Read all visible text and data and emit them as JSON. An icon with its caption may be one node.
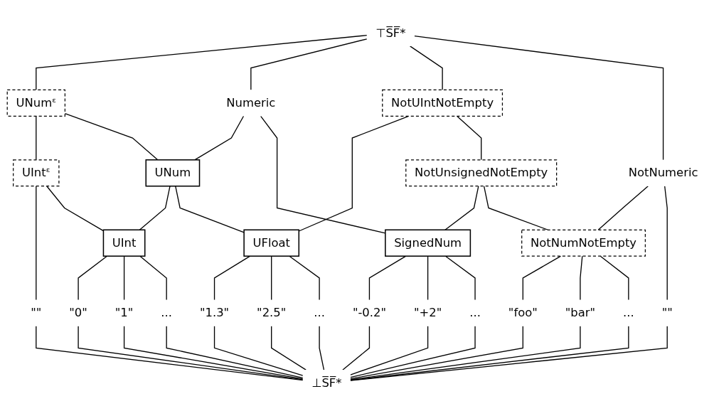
{
  "diagram": {
    "nodes": [
      {
        "text": [
          "⊤S̅F̅*"
        ]
      },
      {
        "text": [
          "UNumᵋ"
        ]
      },
      {
        "text": [
          "Numeric"
        ]
      },
      {
        "text": [
          "NotUIntNotEmpty"
        ]
      },
      {
        "text": [
          "NotNumeric"
        ]
      },
      {
        "text": [
          "UIntᵋ"
        ]
      },
      {
        "text": [
          "UNum"
        ]
      },
      {
        "text": [
          "NotUnsignedNotEmpty"
        ]
      },
      {
        "text": [
          "UInt"
        ]
      },
      {
        "text": [
          "UFloat"
        ]
      },
      {
        "text": [
          "SignedNum"
        ]
      },
      {
        "text": [
          "NotNumNotEmpty"
        ]
      },
      {
        "text": [
          "\"\""
        ]
      },
      {
        "text": [
          "\"0\""
        ]
      },
      {
        "text": [
          "\"1\""
        ]
      },
      {
        "text": [
          "..."
        ]
      },
      {
        "text": [
          "\"1.3\""
        ]
      },
      {
        "text": [
          "\"2.5\""
        ]
      },
      {
        "text": [
          "..."
        ]
      },
      {
        "text": [
          "\"-0.2\""
        ]
      },
      {
        "text": [
          "\"+2\""
        ]
      },
      {
        "text": [
          "..."
        ]
      },
      {
        "text": [
          "\"foo\""
        ]
      },
      {
        "text": [
          "\"bar\""
        ]
      },
      {
        "text": [
          "..."
        ]
      },
      {
        "text": [
          "\"\""
        ]
      },
      {
        "text": [
          "⊥S̅F̅*"
        ]
      }
    ],
    "edges": [
      {
        "from": 0,
        "to": 1,
        "arrow": "none"
      },
      {
        "from": 0,
        "to": 2,
        "arrow": "none"
      },
      {
        "from": 0,
        "to": 3,
        "arrow": "none"
      },
      {
        "from": 0,
        "to": 4,
        "arrow": "none"
      },
      {
        "from": 1,
        "to": 5,
        "arrow": "none"
      },
      {
        "from": 1,
        "to": 6,
        "arrow": "none"
      },
      {
        "from": 2,
        "to": 6,
        "arrow": "none"
      },
      {
        "from": 2,
        "to": 10,
        "arrow": "none"
      },
      {
        "from": 3,
        "to": 9,
        "arrow": "none"
      },
      {
        "from": 3,
        "to": 7,
        "arrow": "none"
      },
      {
        "from": 4,
        "to": 11,
        "arrow": "none"
      },
      {
        "from": 4,
        "to": 25,
        "arrow": "none"
      },
      {
        "from": 5,
        "to": 12,
        "arrow": "none"
      },
      {
        "from": 5,
        "to": 8,
        "arrow": "none"
      },
      {
        "from": 6,
        "to": 8,
        "arrow": "none"
      },
      {
        "from": 6,
        "to": 9,
        "arrow": "none"
      },
      {
        "from": 7,
        "to": 10,
        "arrow": "none"
      },
      {
        "from": 7,
        "to": 11,
        "arrow": "none"
      },
      {
        "from": 8,
        "to": 13,
        "arrow": "none"
      },
      {
        "from": 8,
        "to": 14,
        "arrow": "none"
      },
      {
        "from": 8,
        "to": 15,
        "arrow": "none"
      },
      {
        "from": 9,
        "to": 16,
        "arrow": "none"
      },
      {
        "from": 9,
        "to": 17,
        "arrow": "none"
      },
      {
        "from": 9,
        "to": 18,
        "arrow": "none"
      },
      {
        "from": 10,
        "to": 19,
        "arrow": "none"
      },
      {
        "from": 10,
        "to": 20,
        "arrow": "none"
      },
      {
        "from": 10,
        "to": 21,
        "arrow": "none"
      },
      {
        "from": 11,
        "to": 22,
        "arrow": "none"
      },
      {
        "from": 11,
        "to": 23,
        "arrow": "none"
      },
      {
        "from": 11,
        "to": 24,
        "arrow": "none"
      },
      {
        "from": 12,
        "to": 26,
        "arrow": "none"
      },
      {
        "from": 13,
        "to": 26,
        "arrow": "none"
      },
      {
        "from": 14,
        "to": 26,
        "arrow": "none"
      },
      {
        "from": 15,
        "to": 26,
        "arrow": "none"
      },
      {
        "from": 16,
        "to": 26,
        "arrow": "none"
      },
      {
        "from": 17,
        "to": 26,
        "arrow": "none"
      },
      {
        "from": 18,
        "to": 26,
        "arrow": "none"
      },
      {
        "from": 19,
        "to": 26,
        "arrow": "none"
      },
      {
        "from": 20,
        "to": 26,
        "arrow": "none"
      },
      {
        "from": 21,
        "to": 26,
        "arrow": "none"
      },
      {
        "from": 22,
        "to": 26,
        "arrow": "none"
      },
      {
        "from": 23,
        "to": 26,
        "arrow": "none"
      },
      {
        "from": 24,
        "to": 26,
        "arrow": "none"
      },
      {
        "from": 25,
        "to": 26,
        "arrow": "none"
      }
    ]
  }
}
